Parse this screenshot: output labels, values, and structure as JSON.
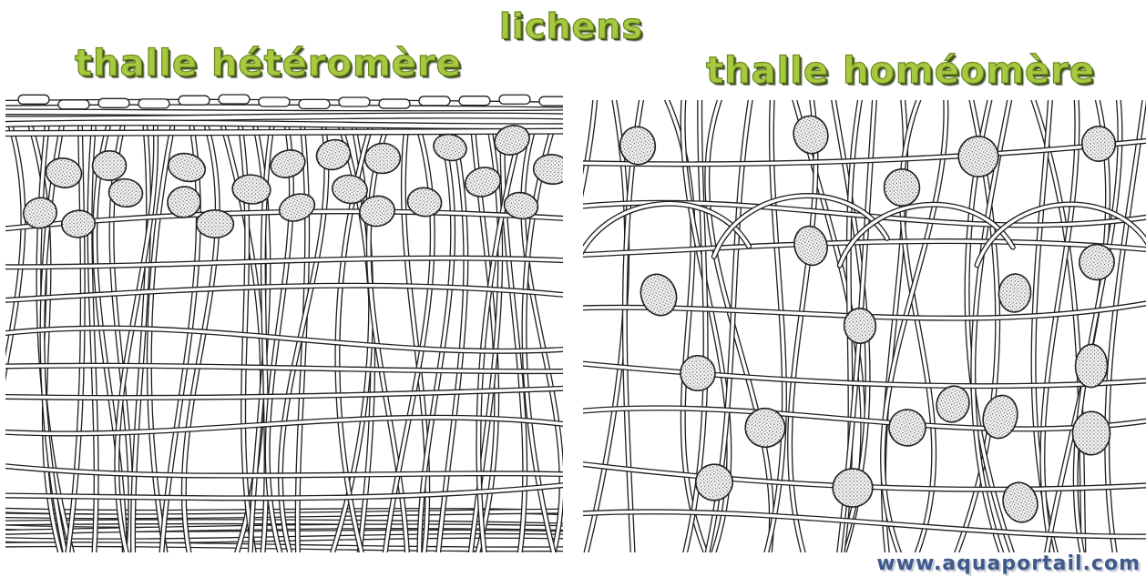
{
  "titles": {
    "main": "lichens",
    "left": "thalle hétéromère",
    "right": "thalle homéomère"
  },
  "website": "www.aquaportail.com",
  "colors": {
    "title_green": "#a7c941",
    "title_green_dark": "#6b8a1c",
    "website_blue": "#3f5a8a",
    "line": "#1e1e1e",
    "alga_fill": "#e9e9e9"
  }
}
